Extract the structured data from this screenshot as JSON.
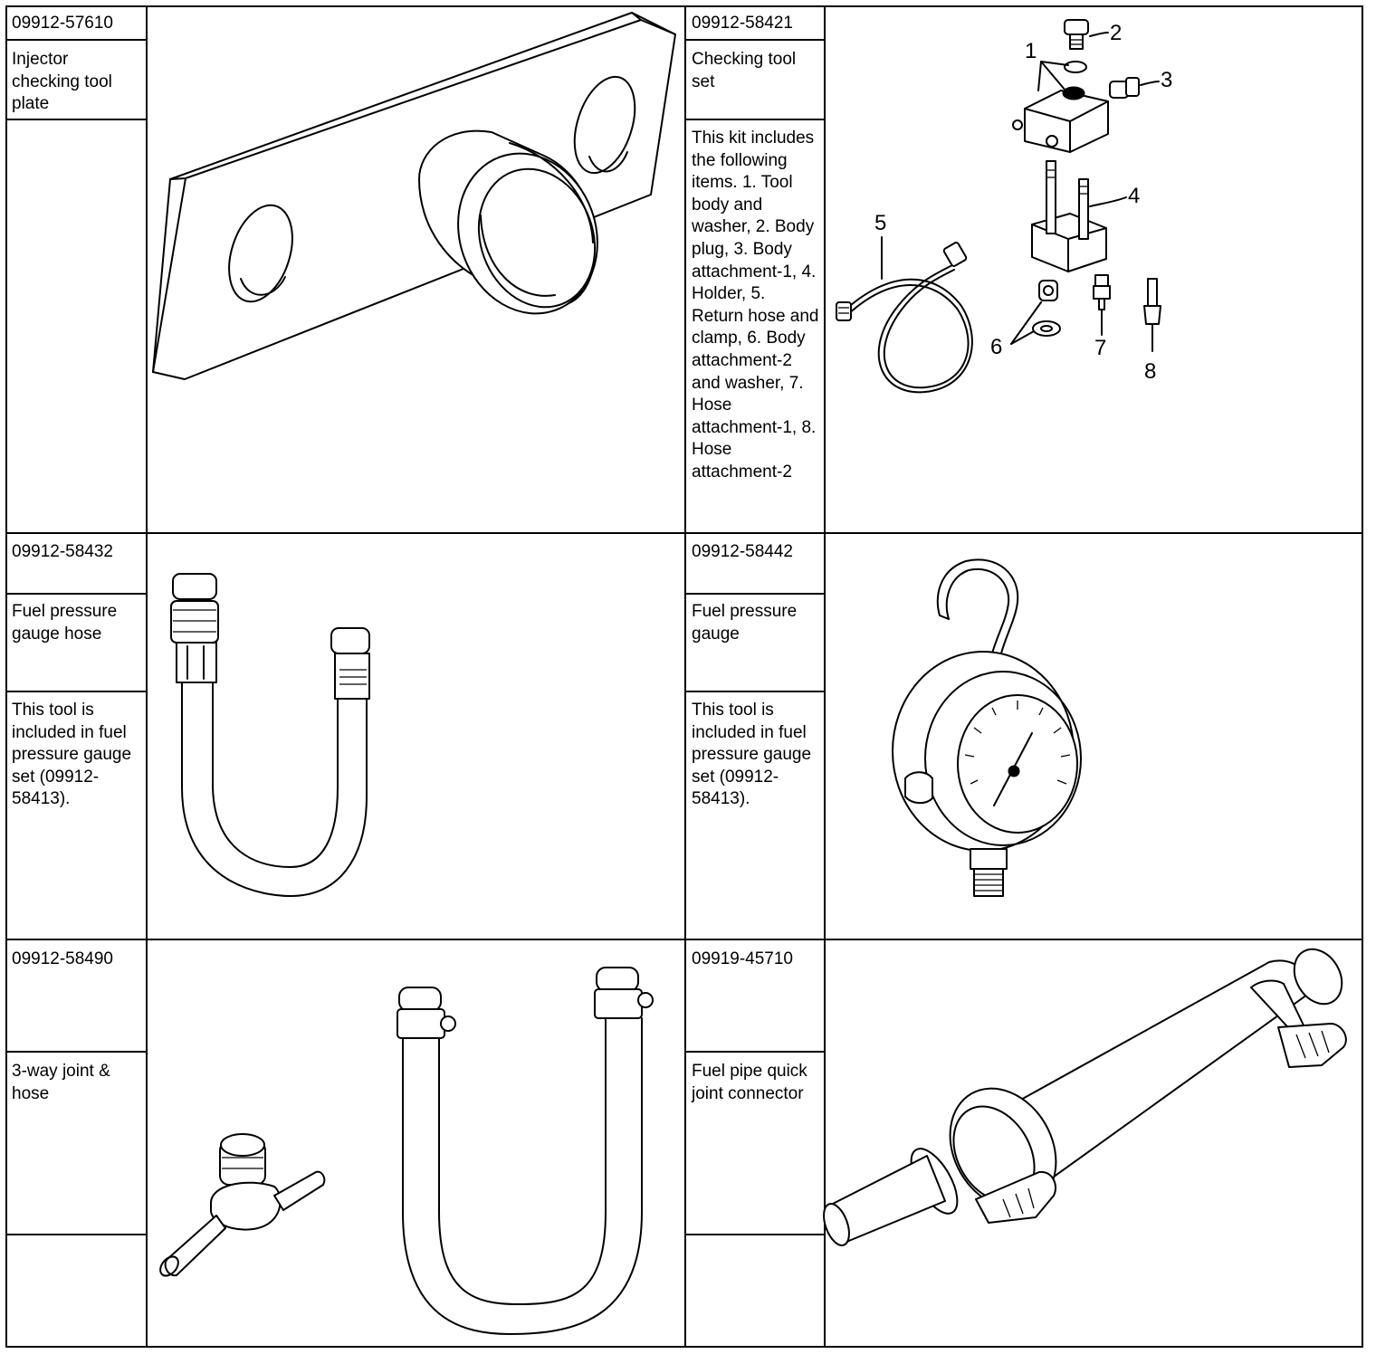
{
  "tools": [
    {
      "part_number": "09912-57610",
      "name": "Injector checking tool plate",
      "note": "",
      "illustration": "injector-checking-plate-illustration"
    },
    {
      "part_number": "09912-58421",
      "name": "Checking tool set",
      "note": "This kit includes the following items. 1. Tool body and washer, 2. Body plug, 3. Body attachment-1, 4. Holder, 5. Return hose and clamp, 6. Body attachment-2 and washer, 7. Hose attachment-1, 8. Hose attachment-2",
      "illustration": "checking-tool-set-illustration",
      "callouts": [
        "1",
        "2",
        "3",
        "4",
        "5",
        "6",
        "7",
        "8"
      ]
    },
    {
      "part_number": "09912-58432",
      "name": "Fuel pressure gauge hose",
      "note": "This tool is included in fuel pressure gauge set (09912-58413).",
      "illustration": "gauge-hose-illustration"
    },
    {
      "part_number": "09912-58442",
      "name": "Fuel pressure gauge",
      "note": "This tool is included in fuel pressure gauge set (09912-58413).",
      "illustration": "pressure-gauge-illustration"
    },
    {
      "part_number": "09912-58490",
      "name": "3-way joint & hose",
      "note": "",
      "illustration": "three-way-joint-hose-illustration"
    },
    {
      "part_number": "09919-45710",
      "name": "Fuel pipe quick joint connector",
      "note": "",
      "illustration": "quick-joint-connector-illustration"
    }
  ]
}
